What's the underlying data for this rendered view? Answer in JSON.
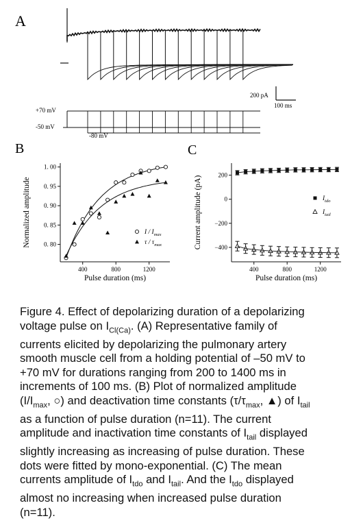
{
  "panel_a": {
    "label": "A",
    "scale_current": "200 pA",
    "scale_time": "100 ms",
    "protocol_high": "+70 mV",
    "protocol_hold": "-50 mV",
    "protocol_step": "-80 mV"
  },
  "chart_data": [
    {
      "type": "scatter",
      "panel": "B",
      "ylabel": "Normalized amplitude",
      "xlabel": "Pulse duration (ms)",
      "x_ticks": [
        400,
        800,
        1200
      ],
      "y_ticks": [
        0.8,
        0.85,
        0.9,
        0.95,
        1.0
      ],
      "y_tick_labels": [
        "0. 80",
        "0. 85",
        "0. 90",
        "0. 95",
        "1. 00"
      ],
      "xlim": [
        130,
        1450
      ],
      "ylim": [
        0.755,
        1.01
      ],
      "legend_placement": "bottom-right",
      "series": [
        {
          "name": "I / I max",
          "legend_main": "I / I",
          "legend_sub": "max",
          "marker": "circle-open",
          "x": [
            200,
            300,
            400,
            500,
            600,
            700,
            800,
            900,
            1000,
            1100,
            1200,
            1300,
            1400
          ],
          "y": [
            0.765,
            0.8,
            0.865,
            0.88,
            0.87,
            0.915,
            0.96,
            0.96,
            0.98,
            0.99,
            0.99,
            0.998,
            1.0
          ],
          "fit": "mono-exponential"
        },
        {
          "name": "τ / τ max",
          "legend_main": "τ / τ",
          "legend_sub": "max",
          "marker": "triangle-filled",
          "x": [
            200,
            300,
            400,
            500,
            600,
            700,
            800,
            900,
            1000,
            1100,
            1200,
            1300,
            1400
          ],
          "y": [
            0.77,
            0.855,
            0.855,
            0.895,
            0.88,
            0.83,
            0.91,
            0.925,
            0.93,
            0.985,
            0.925,
            0.965,
            0.96
          ],
          "fit": "mono-exponential"
        }
      ]
    },
    {
      "type": "scatter",
      "panel": "C",
      "ylabel": "Current amplitude (pA)",
      "xlabel": "Pulse duration (ms)",
      "x_ticks": [
        400,
        800,
        1200
      ],
      "y_ticks": [
        200,
        0,
        -200,
        -400
      ],
      "y_tick_labels": [
        "200",
        "0",
        "−200",
        "−400"
      ],
      "xlim": [
        130,
        1450
      ],
      "ylim": [
        -520,
        300
      ],
      "legend_placement": "right",
      "series": [
        {
          "name": "I tdo",
          "legend_main": "I",
          "legend_sub": "tdo",
          "marker": "square-filled",
          "x": [
            200,
            300,
            400,
            500,
            600,
            700,
            800,
            900,
            1000,
            1100,
            1200,
            1300,
            1400
          ],
          "y": [
            220,
            228,
            232,
            236,
            238,
            240,
            242,
            244,
            244,
            245,
            246,
            246,
            247
          ],
          "err": [
            18,
            18,
            18,
            18,
            18,
            18,
            18,
            18,
            18,
            18,
            18,
            18,
            18
          ]
        },
        {
          "name": "I tail",
          "legend_main": "I",
          "legend_sub": "tail",
          "marker": "triangle-open",
          "x": [
            200,
            300,
            400,
            500,
            600,
            700,
            800,
            900,
            1000,
            1100,
            1200,
            1300,
            1400
          ],
          "y": [
            -390,
            -410,
            -418,
            -425,
            -430,
            -433,
            -436,
            -438,
            -440,
            -442,
            -443,
            -444,
            -445
          ],
          "err": [
            40,
            40,
            40,
            40,
            40,
            40,
            40,
            40,
            40,
            40,
            40,
            40,
            40
          ]
        }
      ]
    }
  ],
  "caption": {
    "lines": [
      "Figure 4. Effect of depolarizing duration of a depolarizing",
      "voltage pulse on I|Cl(Ca)|. (A) Representative family of",
      "currents elicited by depolarizing the pulmonary artery",
      "smooth muscle cell from a holding potential of –50 mV to",
      "+70 mV for durations ranging from 200 to 1400 ms in",
      "increments of 100 ms. (B) Plot of normalized amplitude",
      "(I/I|max|, ○) and deactivation time constants (τ/τ|max|, ▲) of I|tail|",
      "as a function of pulse duration (n=11). The current",
      "amplitude and inactivation time constants of I|tail| displayed",
      "slightly increasing as increasing of pulse duration. These",
      "dots were fitted by mono-exponential. (C) The mean",
      "currents amplitude of I|tdo| and I|tail|. And the I|tdo| displayed",
      "almost no increasing when increased pulse duration",
      "(n=11)."
    ]
  }
}
